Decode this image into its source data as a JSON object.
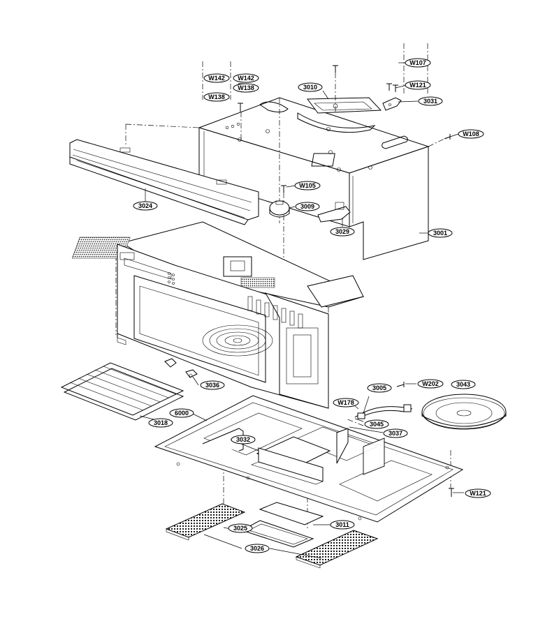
{
  "parts": [
    {
      "id": "W142a",
      "label": "W142"
    },
    {
      "id": "W142b",
      "label": "W142"
    },
    {
      "id": "W138a",
      "label": "W138"
    },
    {
      "id": "W138b",
      "label": "W138"
    },
    {
      "id": "3010",
      "label": "3010"
    },
    {
      "id": "W107",
      "label": "W107"
    },
    {
      "id": "W121a",
      "label": "W121"
    },
    {
      "id": "3031",
      "label": "3031"
    },
    {
      "id": "W108",
      "label": "W108"
    },
    {
      "id": "W105",
      "label": "W105"
    },
    {
      "id": "3024",
      "label": "3024"
    },
    {
      "id": "3009",
      "label": "3009"
    },
    {
      "id": "3029",
      "label": "3029"
    },
    {
      "id": "3001",
      "label": "3001"
    },
    {
      "id": "3036",
      "label": "3036"
    },
    {
      "id": "3005",
      "label": "3005"
    },
    {
      "id": "W202",
      "label": "W202"
    },
    {
      "id": "3043",
      "label": "3043"
    },
    {
      "id": "W178",
      "label": "W178"
    },
    {
      "id": "3018",
      "label": "3018"
    },
    {
      "id": "6000",
      "label": "6000"
    },
    {
      "id": "3045",
      "label": "3045"
    },
    {
      "id": "3037",
      "label": "3037"
    },
    {
      "id": "3032",
      "label": "3032"
    },
    {
      "id": "W121b",
      "label": "W121"
    },
    {
      "id": "3011",
      "label": "3011"
    },
    {
      "id": "3025",
      "label": "3025"
    },
    {
      "id": "3026",
      "label": "3026"
    }
  ]
}
